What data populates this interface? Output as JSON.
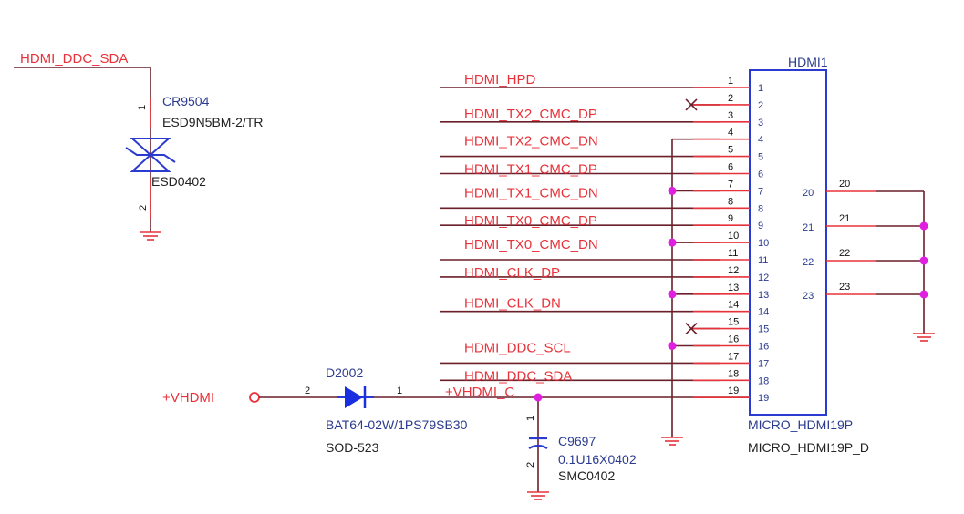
{
  "colors": {
    "net": "#e8323a",
    "wire": "#6b1f2a",
    "part": "#2b3bd0",
    "junction": "#e020e0"
  },
  "connector": {
    "refdes": "HDMI1",
    "value": "MICRO_HDMI19P",
    "footprint": "MICRO_HDMI19P_D",
    "left_pins": [
      {
        "num": "1",
        "net": "HDMI_HPD",
        "type": "signal"
      },
      {
        "num": "2",
        "net": "",
        "type": "nc"
      },
      {
        "num": "3",
        "net": "HDMI_TX2_CMC_DP",
        "type": "signal"
      },
      {
        "num": "4",
        "net": "",
        "type": "gnd"
      },
      {
        "num": "5",
        "net": "HDMI_TX2_CMC_DN",
        "type": "signal"
      },
      {
        "num": "6",
        "net": "HDMI_TX1_CMC_DP",
        "type": "signal"
      },
      {
        "num": "7",
        "net": "",
        "type": "gnd"
      },
      {
        "num": "8",
        "net": "HDMI_TX1_CMC_DN",
        "type": "signal"
      },
      {
        "num": "9",
        "net": "HDMI_TX0_CMC_DP",
        "type": "signal"
      },
      {
        "num": "10",
        "net": "",
        "type": "gnd"
      },
      {
        "num": "11",
        "net": "HDMI_TX0_CMC_DN",
        "type": "signal"
      },
      {
        "num": "12",
        "net": "HDMI_CLK_DP",
        "type": "signal"
      },
      {
        "num": "13",
        "net": "",
        "type": "gnd"
      },
      {
        "num": "14",
        "net": "HDMI_CLK_DN",
        "type": "signal"
      },
      {
        "num": "15",
        "net": "",
        "type": "nc"
      },
      {
        "num": "16",
        "net": "",
        "type": "gnd"
      },
      {
        "num": "17",
        "net": "HDMI_DDC_SCL",
        "type": "signal"
      },
      {
        "num": "18",
        "net": "HDMI_DDC_SDA",
        "type": "signal"
      },
      {
        "num": "19",
        "net": "+VHDMI_C",
        "type": "power"
      }
    ],
    "right_pins": [
      {
        "num": "20"
      },
      {
        "num": "21"
      },
      {
        "num": "22"
      },
      {
        "num": "23"
      }
    ]
  },
  "esd": {
    "net": "HDMI_DDC_SDA",
    "refdes": "CR9504",
    "value": "ESD9N5BM-2/TR",
    "footprint": "ESD0402",
    "pin1": "1",
    "pin2": "2"
  },
  "diode": {
    "power_net": "+VHDMI",
    "refdes": "D2002",
    "value": "BAT64-02W/1PS79SB30",
    "footprint": "SOD-523",
    "pin_anode": "2",
    "pin_cathode": "1"
  },
  "capacitor": {
    "refdes": "C9697",
    "value": "0.1U16X0402",
    "footprint": "SMC0402",
    "pin1": "1",
    "pin2": "2"
  }
}
